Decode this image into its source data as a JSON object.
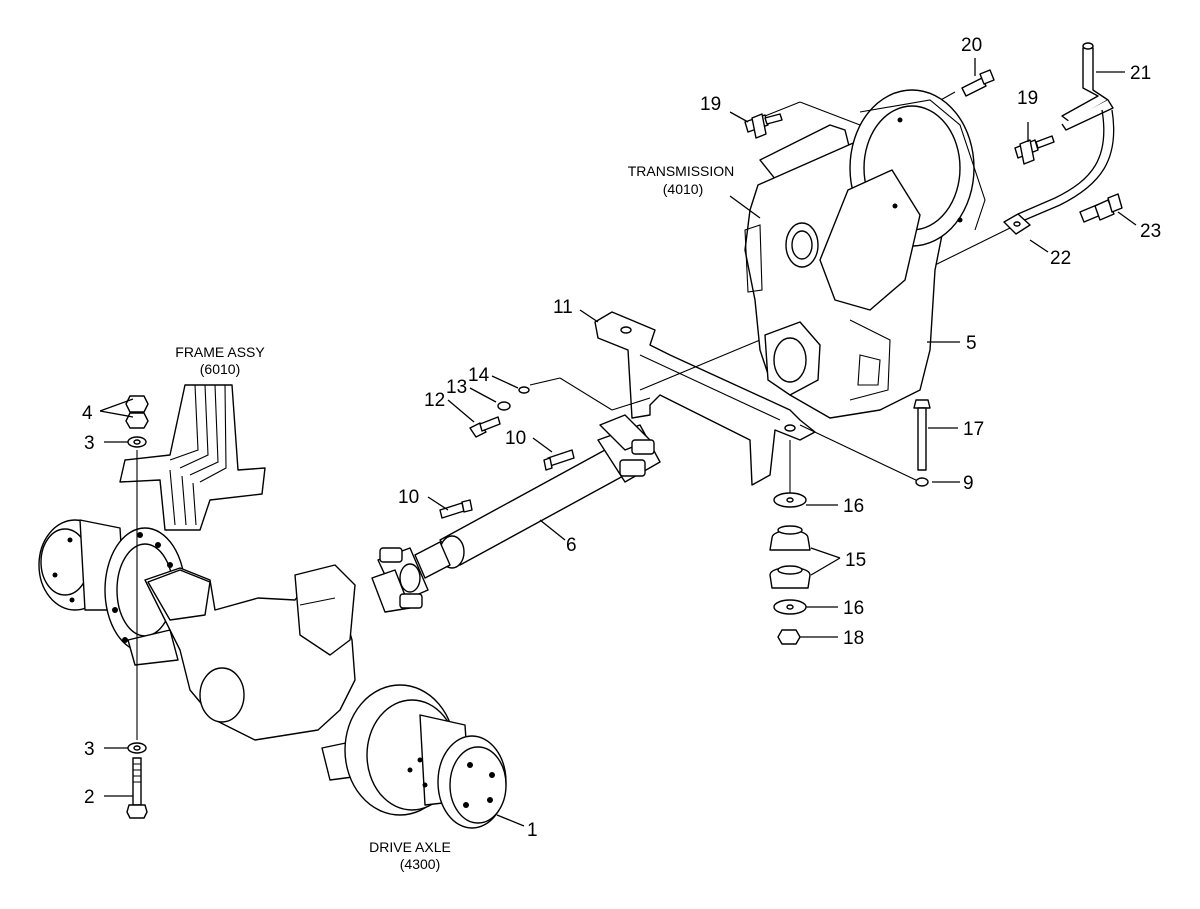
{
  "diagram": {
    "captions": {
      "transmission": [
        "TRANSMISSION",
        "(4010)"
      ],
      "frame": [
        "FRAME ASSY",
        "(6010)"
      ],
      "axle": [
        "DRIVE AXLE",
        "(4300)"
      ]
    },
    "callouts": {
      "c1": "1",
      "c2": "2",
      "c3a": "3",
      "c3b": "3",
      "c4": "4",
      "c5": "5",
      "c6": "6",
      "c9": "9",
      "c10a": "10",
      "c10b": "10",
      "c11": "11",
      "c12": "12",
      "c13": "13",
      "c14": "14",
      "c15": "15",
      "c16a": "16",
      "c16b": "16",
      "c17": "17",
      "c18": "18",
      "c19a": "19",
      "c19b": "19",
      "c20": "20",
      "c21": "21",
      "c22": "22",
      "c23": "23"
    }
  }
}
